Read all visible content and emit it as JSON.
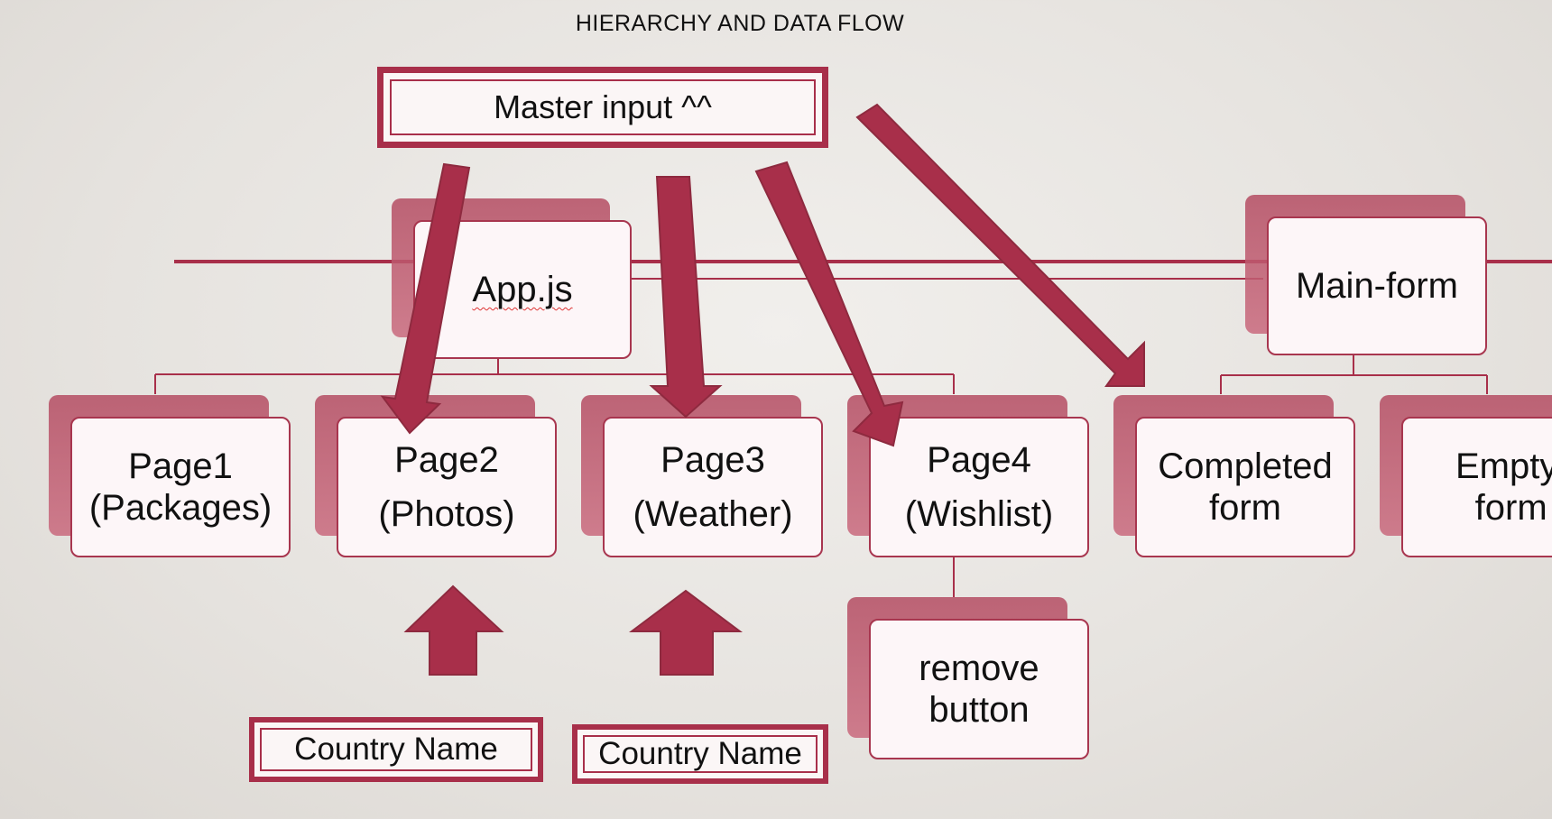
{
  "title": "HIERARCHY AND DATA FLOW",
  "colors": {
    "accent": "#a82f4a",
    "node_fill": "#fdf6f8",
    "shadow": "#c25a70"
  },
  "master_input": "Master input ^^",
  "root_nodes": {
    "app": "App.js",
    "main_form": "Main-form"
  },
  "pages": [
    {
      "line1": "Page1",
      "line2": "(Packages)"
    },
    {
      "line1": "Page2",
      "line2": "(Photos)"
    },
    {
      "line1": "Page3",
      "line2": "(Weather)"
    },
    {
      "line1": "Page4",
      "line2": "(Wishlist)"
    }
  ],
  "forms": [
    {
      "line1": "Completed",
      "line2": "form"
    },
    {
      "line1": "Empty",
      "line2": "form"
    }
  ],
  "remove_button": {
    "line1": "remove",
    "line2": "button"
  },
  "country_inputs": [
    "Country Name",
    "Country Name"
  ]
}
